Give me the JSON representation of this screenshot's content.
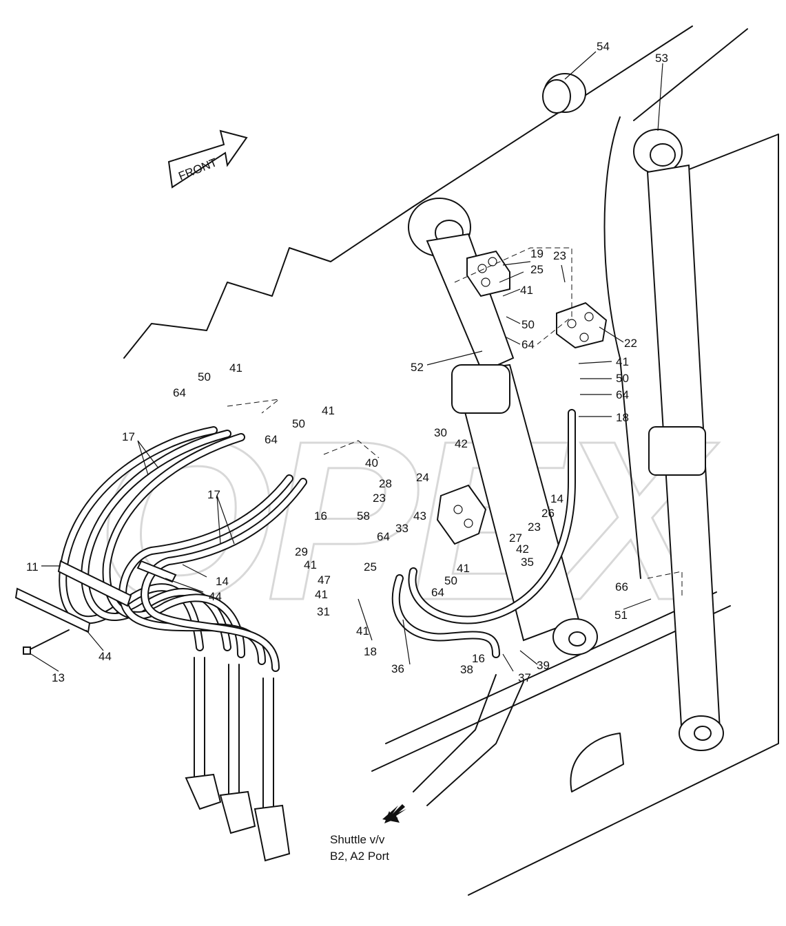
{
  "watermark": "OPEX",
  "front_label": "FRONT",
  "note": {
    "line1": "Shuttle v/v",
    "line2": "B2, A2 Port"
  },
  "callouts": {
    "c54": "54",
    "c53": "53",
    "c19": "19",
    "c25a": "25",
    "c23a": "23",
    "c41a": "41",
    "c50a": "50",
    "c64a": "64",
    "c22": "22",
    "c52": "52",
    "c41b": "41",
    "c50b": "50",
    "c64b": "64",
    "c18a": "18",
    "c41c": "41",
    "c50c": "50",
    "c64c": "64",
    "c17a": "17",
    "c41d": "41",
    "c50d": "50",
    "c64d": "64",
    "c40": "40",
    "c30": "30",
    "c42a": "42",
    "c28": "28",
    "c24": "24",
    "c23b": "23",
    "c17b": "17",
    "c16a": "16",
    "c58": "58",
    "c43": "43",
    "c14a": "14",
    "c26": "26",
    "c23c": "23",
    "c27": "27",
    "c29": "29",
    "c33": "33",
    "c64e": "64",
    "c25b": "25",
    "c41e": "41",
    "c42b": "42",
    "c41f": "41",
    "c35": "35",
    "c11": "11",
    "c14b": "14",
    "c47": "47",
    "c50e": "50",
    "c44a": "44",
    "c41g": "41",
    "c64f": "64",
    "c66": "66",
    "c31": "31",
    "c51": "51",
    "c41h": "41",
    "c18b": "18",
    "c36": "36",
    "c16b": "16",
    "c39": "39",
    "c38": "38",
    "c37": "37",
    "c44b": "44",
    "c13": "13"
  }
}
